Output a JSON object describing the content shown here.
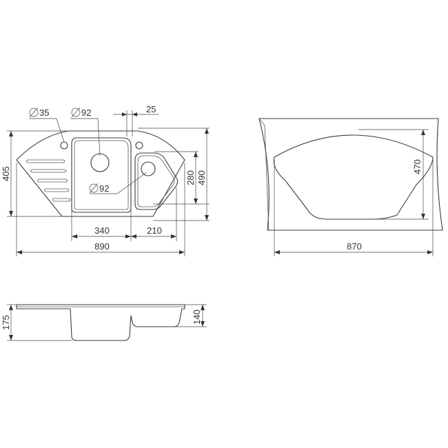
{
  "top_view": {
    "tap_hole_diameter": "35",
    "main_bowl_drain": "92",
    "small_bowl_drain": "92",
    "rim_width": "25",
    "overall_depth": "405",
    "inner_depth": "280",
    "total_depth": "490",
    "main_bowl_width": "340",
    "small_bowl_width": "210",
    "overall_width": "890"
  },
  "cutout_view": {
    "depth": "470",
    "width": "870"
  },
  "side_view": {
    "total_height": "175",
    "small_bowl_height": "140"
  }
}
